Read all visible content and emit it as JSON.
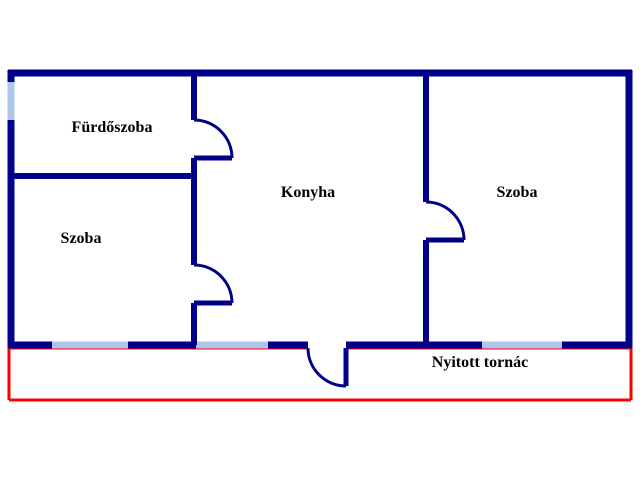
{
  "floor_plan": {
    "title": "floor-plan",
    "rooms": [
      {
        "id": "bathroom",
        "label": "Fürdőszoba"
      },
      {
        "id": "room-left",
        "label": "Szoba"
      },
      {
        "id": "kitchen",
        "label": "Konyha"
      },
      {
        "id": "room-right",
        "label": "Szoba"
      },
      {
        "id": "porch",
        "label": "Nyitott tornác"
      }
    ],
    "colors": {
      "wall": "#00008B",
      "window": "#AEC6E8",
      "porch": "#FF0000",
      "background": "#FFFFFF",
      "text": "#000000"
    }
  }
}
